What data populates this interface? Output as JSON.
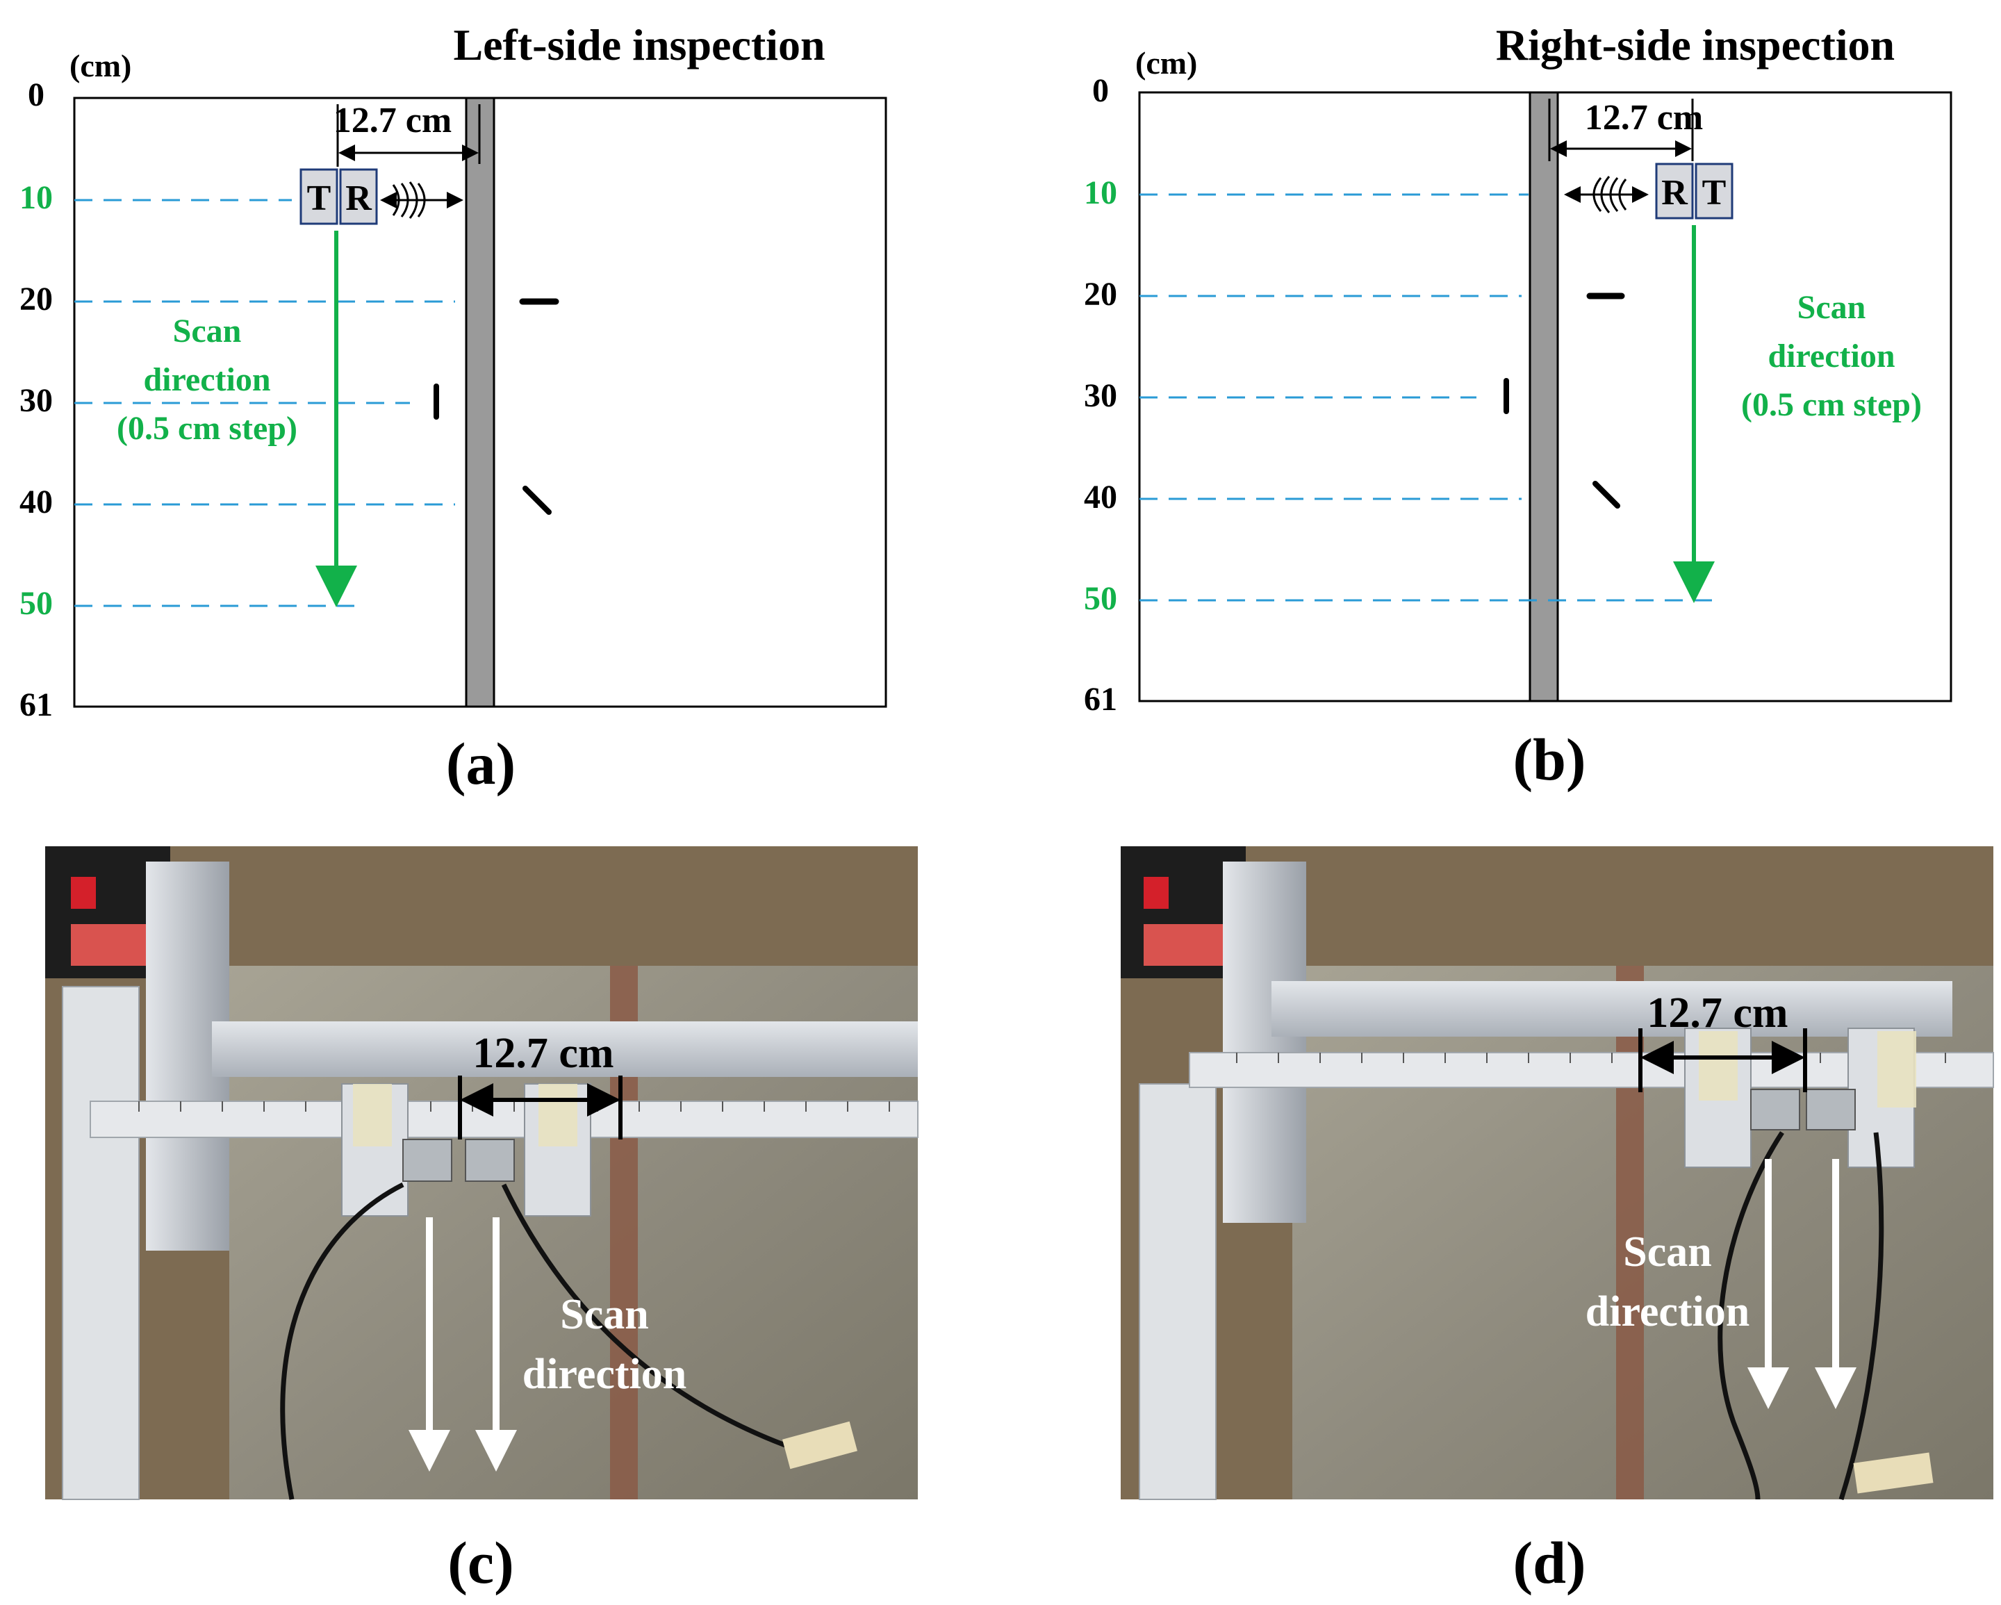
{
  "panels": {
    "a": {
      "title": "Left-side inspection",
      "unit": "(cm)",
      "ticks": [
        "0",
        "10",
        "20",
        "30",
        "40",
        "50",
        "61"
      ],
      "gap_label": "12.7 cm",
      "sensor_labels": [
        "T",
        "R"
      ],
      "scan_text": [
        "Scan",
        "direction",
        "(0.5 cm step)"
      ],
      "caption": "(a)"
    },
    "b": {
      "title": "Right-side inspection",
      "unit": "(cm)",
      "ticks": [
        "0",
        "10",
        "20",
        "30",
        "40",
        "50",
        "61"
      ],
      "gap_label": "12.7 cm",
      "sensor_labels": [
        "R",
        "T"
      ],
      "scan_text": [
        "Scan",
        "direction",
        "(0.5 cm step)"
      ],
      "caption": "(b)"
    },
    "c": {
      "gap_label": "12.7 cm",
      "scan_text": [
        "Scan",
        "direction"
      ],
      "caption": "(c)"
    },
    "d": {
      "gap_label": "12.7 cm",
      "scan_text": [
        "Scan",
        "direction"
      ],
      "caption": "(d)"
    }
  },
  "colors": {
    "green": "#12b14a",
    "blue_dash": "#2a9bd6",
    "weld_gray": "#9a9a9a",
    "sensor_fill": "#d7d9de",
    "photo_plate": "#8e8a7e",
    "photo_floor": "#7d6b52",
    "aluminum": "#c9ccd0"
  }
}
